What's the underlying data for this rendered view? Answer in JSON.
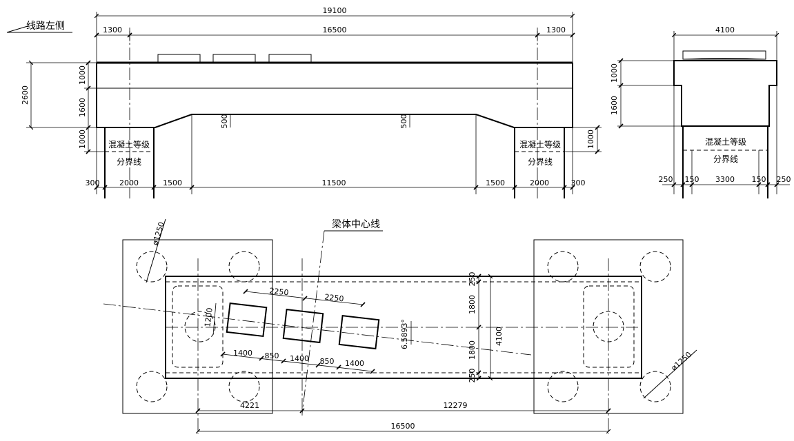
{
  "annotations": {
    "line_left_side": "线路左侧",
    "beam_centerline": "梁体中心线",
    "concrete_boundary_line1": "混凝土等级",
    "concrete_boundary_line2": "分界线",
    "skew_angle": "6.5893°"
  },
  "elevation_dims": {
    "total": "19100",
    "left_overhang": "1300",
    "middle": "16500",
    "right_overhang": "1300",
    "height_total": "2600",
    "top_part": "1000",
    "lower_part": "1600",
    "pier_height_left": "1000",
    "pier_height_right": "1000",
    "haunch_left": "500",
    "haunch_right": "500",
    "bottom_300_left": "300",
    "bottom_2000_left": "2000",
    "bottom_1500_left": "1500",
    "bottom_11500": "11500",
    "bottom_1500_right": "1500",
    "bottom_2000_right": "2000",
    "bottom_300_right": "300"
  },
  "side_dims": {
    "width": "4100",
    "top": "1000",
    "lower": "1600",
    "b250_left": "250",
    "b150_left": "150",
    "b3300": "3300",
    "b150_right": "150",
    "b250_right": "250"
  },
  "plan_dims": {
    "pile_dia_left": "ø1250",
    "pile_dia_right": "ø1250",
    "spacing_1": "2250",
    "spacing_2": "2250",
    "pad_height": "1200",
    "pad_1": "1400",
    "gap_1": "850",
    "pad_2": "1400",
    "gap_2": "850",
    "pad_3": "1400",
    "v250_top": "250",
    "v1800_top": "1800",
    "v1800_bottom": "1800",
    "v250_bottom": "250",
    "width_4100": "4100",
    "offset_4221": "4221",
    "offset_12279": "12279",
    "span_16500": "16500"
  }
}
